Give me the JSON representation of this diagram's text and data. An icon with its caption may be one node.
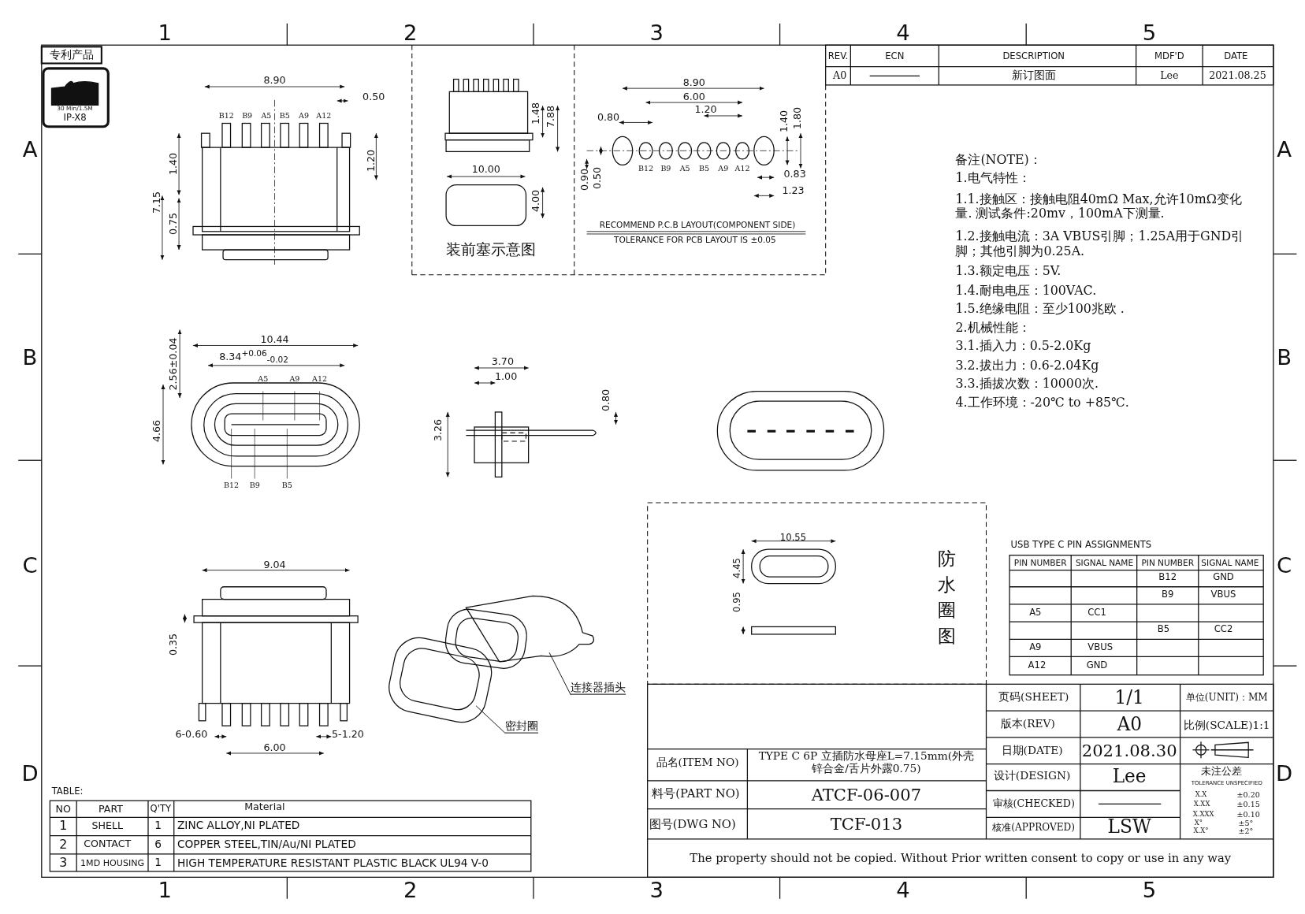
{
  "diagram": {
    "nodes": [
      {
        "text": [
          "连接器插头"
        ]
      },
      {
        "text": [],
        "shape": "picture"
      },
      {
        "text": [
          "密封圈"
        ]
      },
      {
        "text": [],
        "shape": "picture"
      }
    ],
    "edges": [
      {
        "from": 0,
        "to": 1,
        "arrow": "none"
      },
      {
        "from": 2,
        "to": 3,
        "arrow": "none"
      }
    ],
    "labels": [
      "1",
      "2",
      "3",
      "4",
      "5",
      "A",
      "B",
      "C",
      "D",
      "A",
      "B",
      "C",
      "D",
      "专利产品",
      "30 Min/1.5M",
      "IP-X8",
      "8.90",
      "0.50",
      "B12",
      "B9",
      "A5",
      "B5",
      "A9",
      "A12",
      "1.40",
      "1.20",
      "7.15",
      "0.75",
      "1.48",
      "7.88",
      "10.00",
      "4.00",
      "装前塞示意图",
      "8.90",
      "6.00",
      "1.20",
      "0.80",
      "1.40",
      "1.80",
      "B12",
      "B9",
      "A5",
      "B5",
      "A9",
      "A12",
      "0.90",
      "0.50",
      "0.83",
      "1.23",
      "RECOMMEND P.C.B LAYOUT(COMPONENT SIDE)",
      "TOLERANCE FOR PCB LAYOUT IS ±0.05",
      "REV.",
      "ECN",
      "DESCRIPTION",
      "MDF'D",
      "DATE",
      "A0",
      "新订图面",
      "Lee",
      "2021.08.25",
      "备注(NOTE)：",
      "1.电气特性：",
      "1.1.接触区：接触电阻40mΩ Max,允许10mΩ变化量. 测试条件:20mv，100mA下测量.",
      "1.2.接触电流：3A VBUS引脚；1.25A用于GND引脚；其他引脚为0.25A.",
      "1.3.额定电压：5V.",
      "1.4.耐电电压：100VAC.",
      "1.5.绝缘电阻：至少100兆欧 .",
      "2.机械性能：",
      "3.1.插入力：0.5-2.0Kg",
      "3.2.拔出力：0.6-2.04Kg",
      "3.3.插拔次数：10000次.",
      "4.工作环境：-20℃ to +85℃.",
      "10.44",
      "8.34$^{+0.06}$$_{-0.02}$",
      "2.56±0.04",
      "A5",
      "A9",
      "A12",
      "4.66",
      "B12",
      "B9",
      "B5",
      "3.70",
      "1.00",
      "0.80",
      "3.26",
      "9.04",
      "0.35",
      "6-0.60",
      "5-1.20",
      "6.00",
      "10.55",
      "4.45",
      "0.95",
      "防水圈图",
      "USB TYPE C PIN ASSIGNMENTS",
      "PIN NUMBER",
      "SIGNAL NAME",
      "PIN NUMBER",
      "SIGNAL NAME",
      "B12",
      "GND",
      "B9",
      "VBUS",
      "A5",
      "CC1",
      "B5",
      "CC2",
      "A9",
      "VBUS",
      "A12",
      "GND",
      "TABLE:",
      "NO",
      "PART",
      "Q'TY",
      "Material",
      "1",
      "SHELL",
      "1",
      "ZINC ALLOY,NI PLATED",
      "2",
      "CONTACT",
      "6",
      "COPPER STEEL,TIN/Au/NI PLATED",
      "3",
      "1MD HOUSING",
      "1",
      "HIGH TEMPERATURE RESISTANT PLASTIC BLACK UL94 V-0",
      "页码(SHEET)",
      "1/1",
      "单位(UNIT)：MM",
      "版本(REV)",
      "A0",
      "比例(SCALE)1:1",
      "品名(ITEM NO)",
      "TYPE C 6P 立插防水母座L=7.15mm(外壳锌合金/舌片外露0.75)",
      "日期(DATE)",
      "2021.08.30",
      "未注公差",
      "TOLERANCE UNSPECIFIED",
      "设计(DESIGN)",
      "Lee",
      "X.X",
      "±0.20",
      "X.XX",
      "±0.15",
      "X.XXX",
      "±0.10",
      "X°",
      "±5°",
      "X.X°",
      "±2°",
      "料号(PART NO)",
      "ATCF-06-007",
      "审核(CHECKED)",
      "图号(DWG NO)",
      "TCF-013",
      "核准(APPROVED)",
      "LSW",
      "The property should not be copied. Without Prior written consent to copy or use in any way",
      "1",
      "2",
      "3",
      "4",
      "5"
    ]
  }
}
